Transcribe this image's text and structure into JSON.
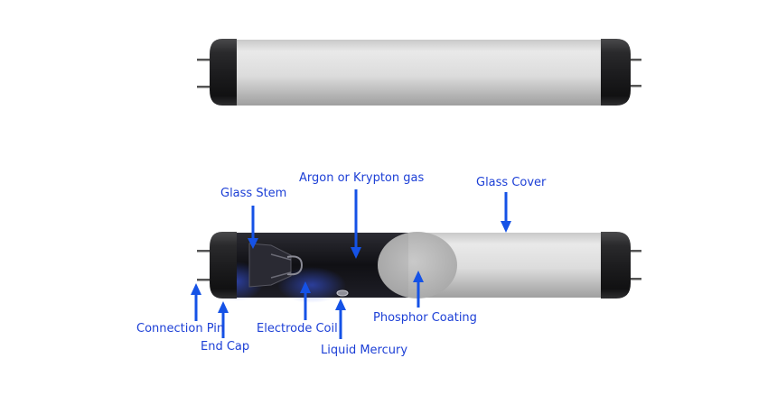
{
  "colors": {
    "label_text": "#1c3fd6",
    "arrow": "#1552e6",
    "cap": "#2b2b2d",
    "glass": "#d9d9d9",
    "phosphor_patch": "#bdbdbd",
    "interior": "#141418"
  },
  "labels": {
    "glass_stem": "Glass Stem",
    "argon_gas": "Argon or Krypton gas",
    "glass_cover": "Glass Cover",
    "connection_pin": "Connection Pin",
    "end_cap": "End Cap",
    "electrode_coil": "Electrode Coil",
    "phosphor_coating": "Phosphor Coating",
    "liquid_mercury": "Liquid Mercury"
  }
}
